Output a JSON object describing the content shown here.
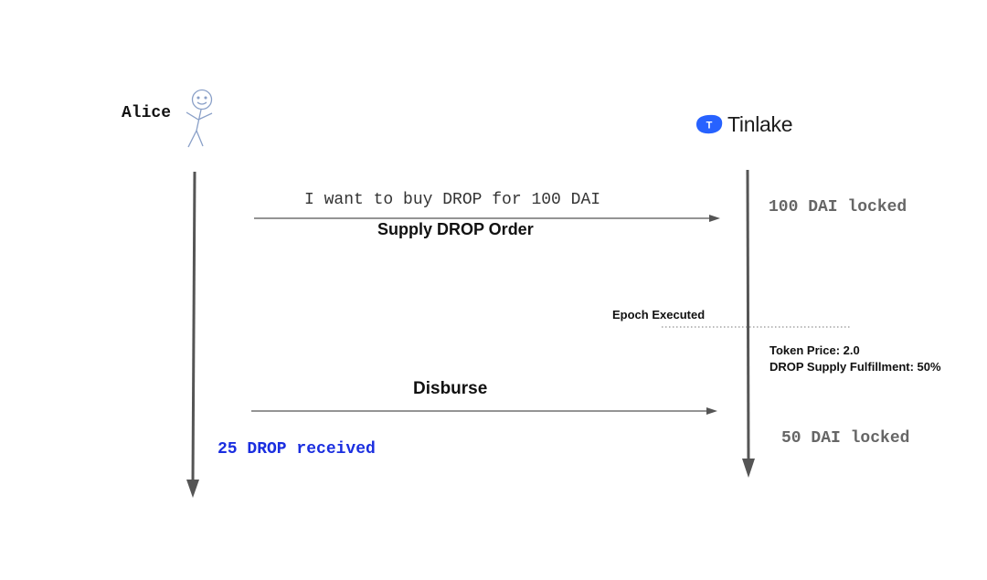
{
  "actors": {
    "left": {
      "name": "Alice",
      "icon": "stick-figure-icon"
    },
    "right": {
      "name": "Tinlake",
      "icon": "tinlake-logo-icon",
      "logo_letter": "T",
      "logo_color": "#2762ff"
    }
  },
  "messages": [
    {
      "text": "I want to buy DROP for 100 DAI",
      "label": "Supply DROP Order"
    },
    {
      "text": "",
      "label": "Disburse"
    }
  ],
  "tinlake_states": {
    "locked_before": "100 DAI locked",
    "locked_after": "50 DAI locked"
  },
  "epoch": {
    "label": "Epoch Executed",
    "token_price": "Token Price:  2.0",
    "fulfillment": "DROP Supply Fulfillment: 50%"
  },
  "alice_result": {
    "text": "25 DROP received",
    "color": "#1a2ee0"
  },
  "colors": {
    "lifeline": "#555555",
    "message_arrow": "#555555",
    "locked_text": "#666666"
  }
}
